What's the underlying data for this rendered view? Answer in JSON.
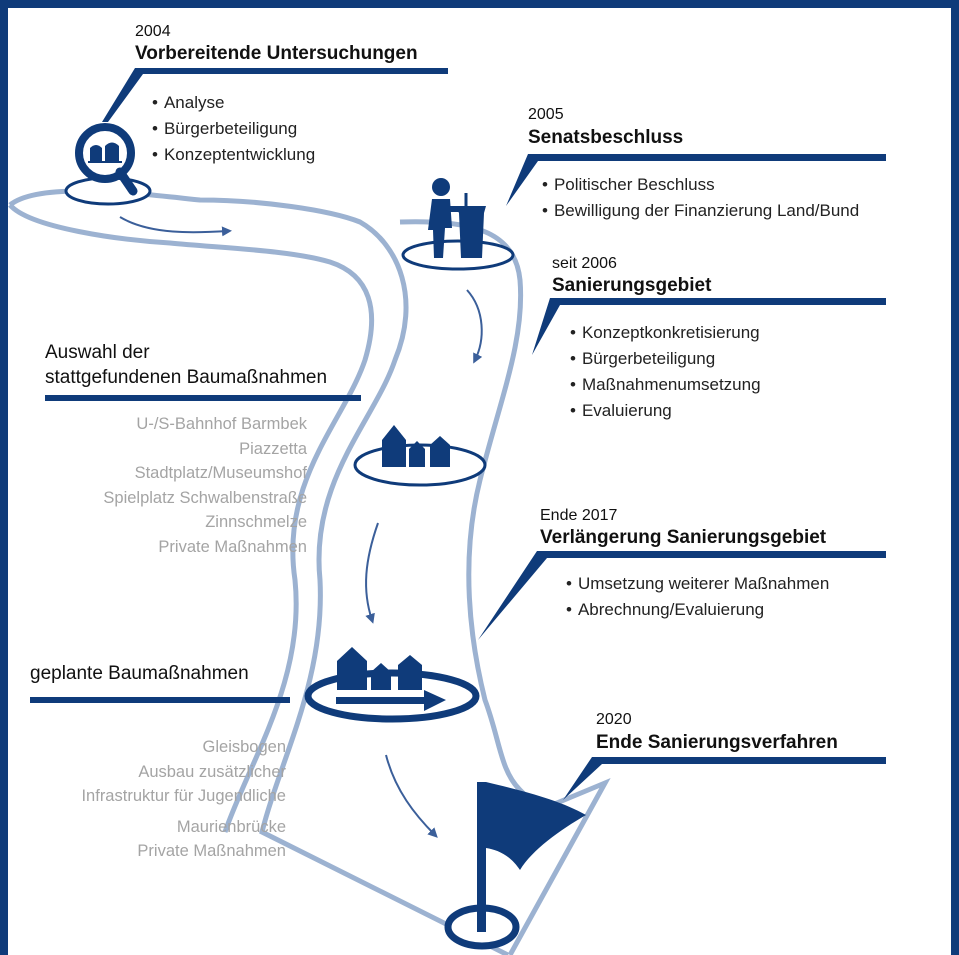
{
  "colors": {
    "dark_blue": "#0f3b7a",
    "path_blue": "#9cb2d1",
    "grey_text": "#a4a4a4"
  },
  "icons": [
    "magnifier-house-icon",
    "person-ballot-box-icon",
    "houses-icon",
    "houses-arrow-icon",
    "flag-icon"
  ],
  "stages": [
    {
      "year": "2004",
      "title": "Vorbereitende Untersuchungen",
      "items": [
        "Analyse",
        "Bürgerbeteiligung",
        "Konzeptentwicklung"
      ]
    },
    {
      "year": "2005",
      "title": "Senatsbeschluss",
      "items": [
        "Politischer Beschluss",
        "Bewilligung der Finanzierung Land/Bund"
      ]
    },
    {
      "year": "seit 2006",
      "title": "Sanierungsgebiet",
      "items": [
        "Konzeptkonkretisierung",
        "Bürgerbeteiligung",
        "Maßnahmenumsetzung",
        "Evaluierung"
      ]
    },
    {
      "year": "Ende 2017",
      "title": "Verlängerung Sanierungsgebiet",
      "items": [
        "Umsetzung weiterer Maßnahmen",
        "Abrechnung/Evaluierung"
      ]
    },
    {
      "year": "2020",
      "title": "Ende Sanierungsverfahren",
      "items": []
    }
  ],
  "completed": {
    "heading_line1": "Auswahl der",
    "heading_line2": "stattgefundenen Baumaßnahmen",
    "items": [
      "U-/S-Bahnhof Barmbek",
      "Piazzetta",
      "Stadtplatz/Museumshof",
      "Spielplatz Schwalbenstraße",
      "Zinnschmelze",
      "Private Maßnahmen"
    ]
  },
  "planned": {
    "heading": "geplante Baumaßnahmen",
    "items": [
      "Gleisbogen",
      "Ausbau zusätzlicher",
      "Infrastruktur für Jugendliche",
      "Maurienbrücke",
      "Private Maßnahmen"
    ]
  }
}
